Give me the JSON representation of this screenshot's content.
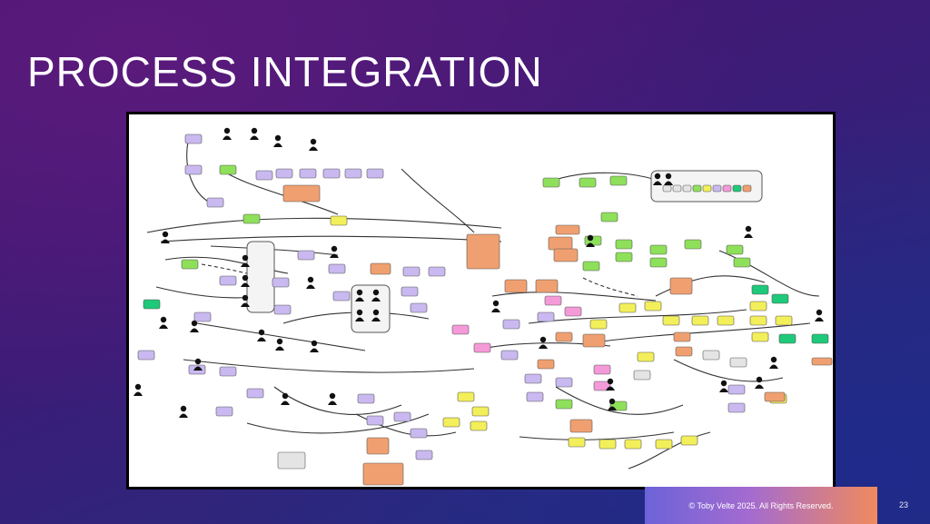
{
  "slide": {
    "title": "PROCESS INTEGRATION",
    "footer": "© Toby Velte 2025. All Rights Reserved.",
    "page_number": "23"
  },
  "colors": {
    "purple_node": "#c9b9f0",
    "green_node": "#8ee05a",
    "yellow_node": "#f3ef5a",
    "orange_node": "#f0a070",
    "teal_node": "#1fc97a",
    "pink_node": "#f49ad8",
    "gray_node": "#e4e4e4",
    "actor": "#111111",
    "connector": "#333333"
  }
}
